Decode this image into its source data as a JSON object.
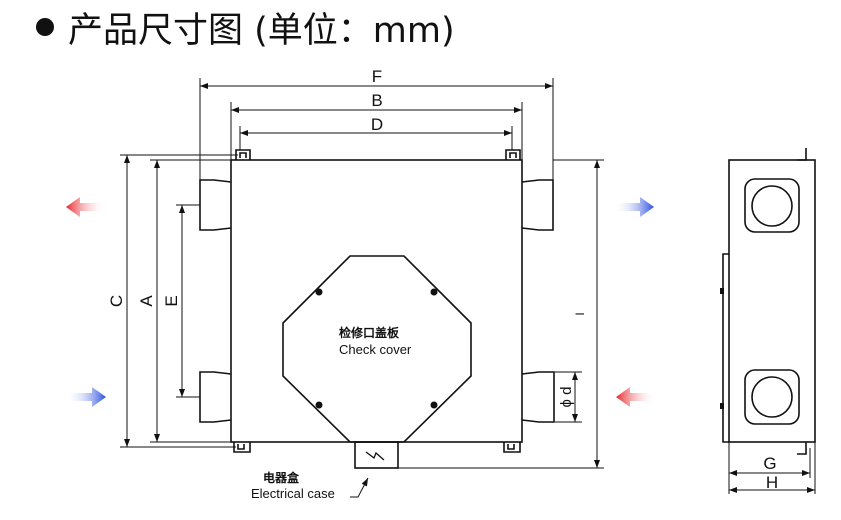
{
  "title": "产品尺寸图 (单位：mm)",
  "dims": {
    "F": "F",
    "B": "B",
    "D": "D",
    "C": "C",
    "A": "A",
    "E": "E",
    "I": "I",
    "d": "ϕ d",
    "G": "G",
    "H": "H"
  },
  "labels": {
    "check_cn": "检修口盖板",
    "check_en": "Check cover",
    "elec_cn": "电器盒",
    "elec_en": "Electrical case"
  },
  "colors": {
    "red": "#e8262b",
    "blue": "#2a4fe0"
  }
}
